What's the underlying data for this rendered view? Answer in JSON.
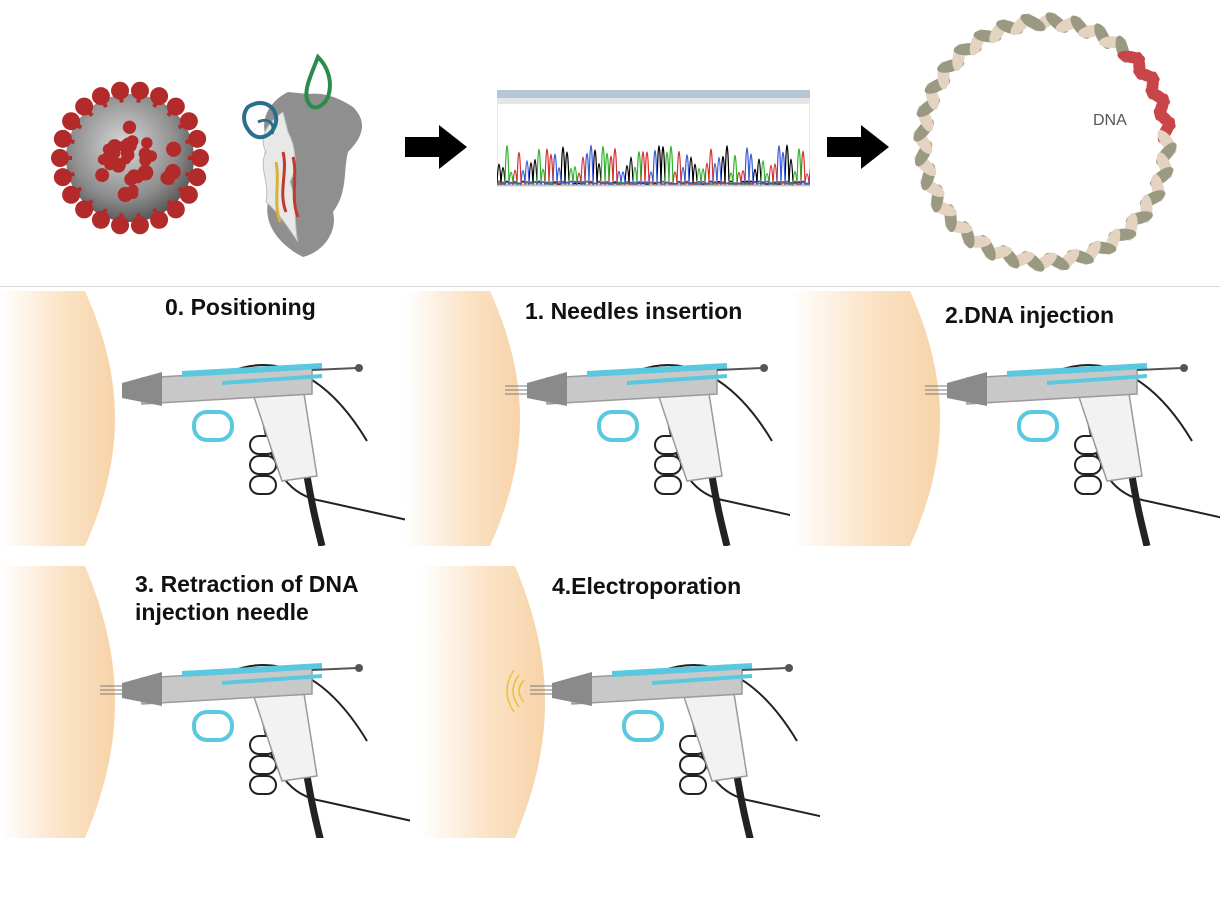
{
  "plasmid": {
    "label": "DNA"
  },
  "steps": [
    {
      "title": "0. Positioning"
    },
    {
      "title": "1. Needles insertion"
    },
    {
      "title": "2.DNA injection"
    },
    {
      "title": "3. Retraction of DNA\ninjection needle"
    },
    {
      "title": "4.Electroporation"
    }
  ],
  "colors": {
    "virus_spike": "#b22a2a",
    "virus_body": "#8c8c8c",
    "device_accent": "#5ac8de",
    "device_body": "#9a9a9a",
    "skin": "#fbe3c6",
    "plasmid_beige": "#e3d3c0",
    "plasmid_gray": "#9a9a82",
    "plasmid_insert": "#c8464a",
    "arrow": "#000000"
  },
  "icons": [
    "coronavirus-icon",
    "spike-protein-icon",
    "arrow-right-icon",
    "chromatogram-icon",
    "plasmid-icon",
    "injector-device-icon",
    "hand-icon",
    "electric-pulse-icon"
  ]
}
